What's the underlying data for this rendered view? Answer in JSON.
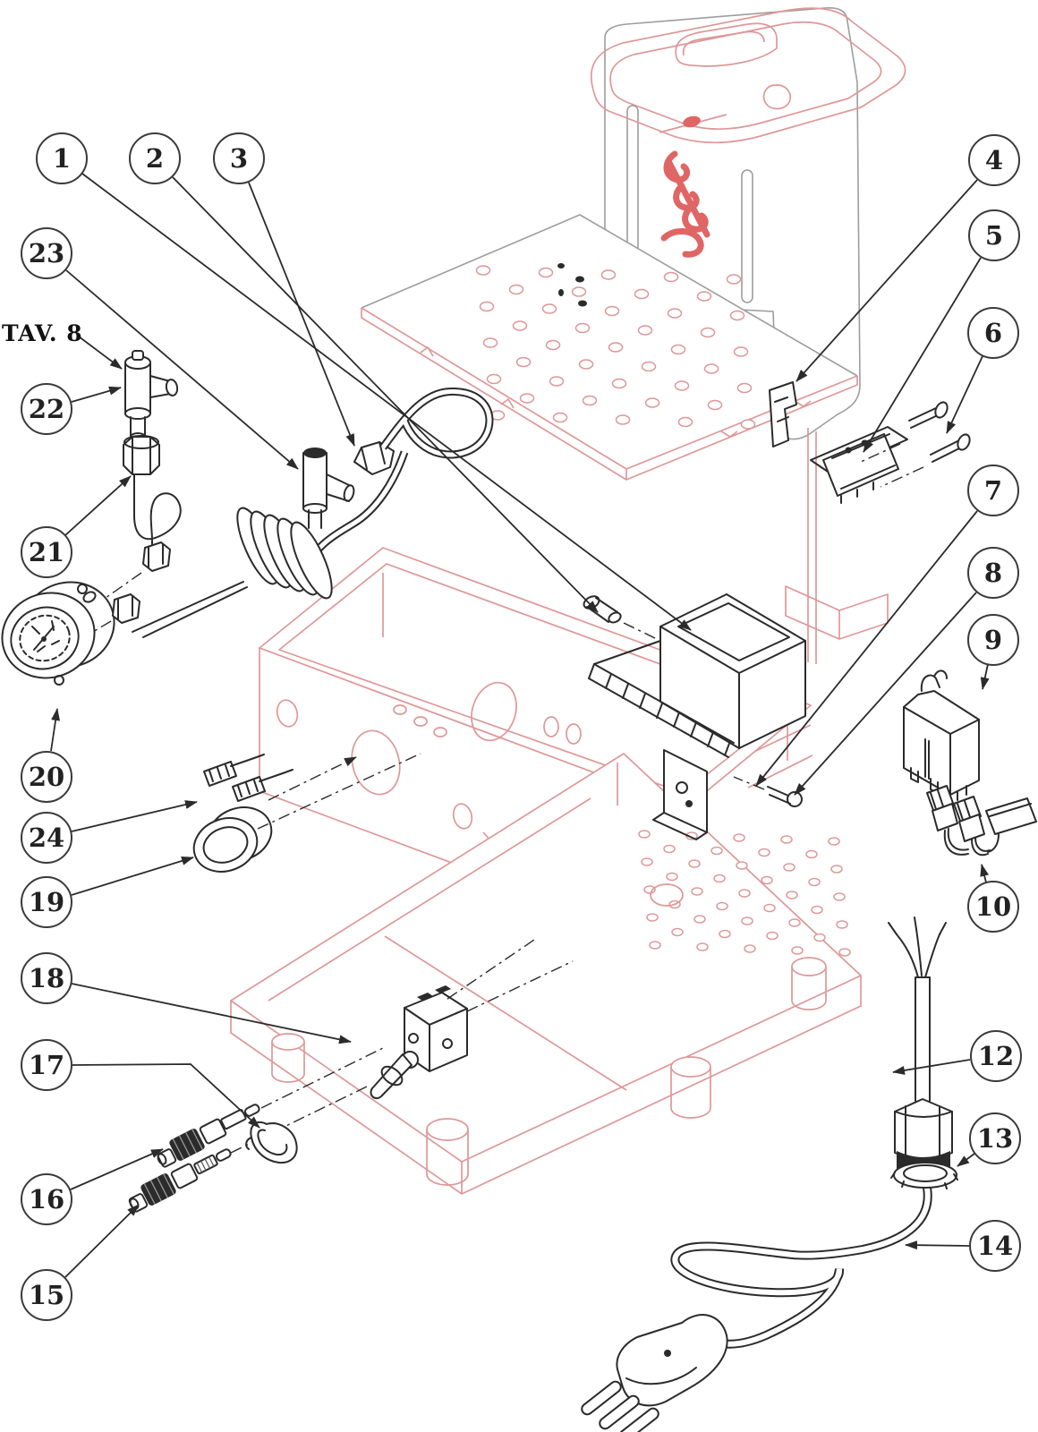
{
  "figure": {
    "type": "exploded-parts-diagram",
    "subject": "espresso machine electrical and boiler components",
    "tav_label": "TAV. 8",
    "colors": {
      "chassis_pink": "#de9898",
      "logo_red": "#e06565",
      "part_line_black": "#2b2b2b",
      "outline_gray": "#9d9d9d",
      "background": "#ffffff"
    },
    "callouts": [
      {
        "n": "1"
      },
      {
        "n": "2"
      },
      {
        "n": "3"
      },
      {
        "n": "4"
      },
      {
        "n": "5"
      },
      {
        "n": "6"
      },
      {
        "n": "7"
      },
      {
        "n": "8"
      },
      {
        "n": "9"
      },
      {
        "n": "10"
      },
      {
        "n": "12"
      },
      {
        "n": "13"
      },
      {
        "n": "14"
      },
      {
        "n": "15"
      },
      {
        "n": "16"
      },
      {
        "n": "17"
      },
      {
        "n": "18"
      },
      {
        "n": "19"
      },
      {
        "n": "20"
      },
      {
        "n": "21"
      },
      {
        "n": "22"
      },
      {
        "n": "23"
      },
      {
        "n": "24"
      }
    ]
  }
}
